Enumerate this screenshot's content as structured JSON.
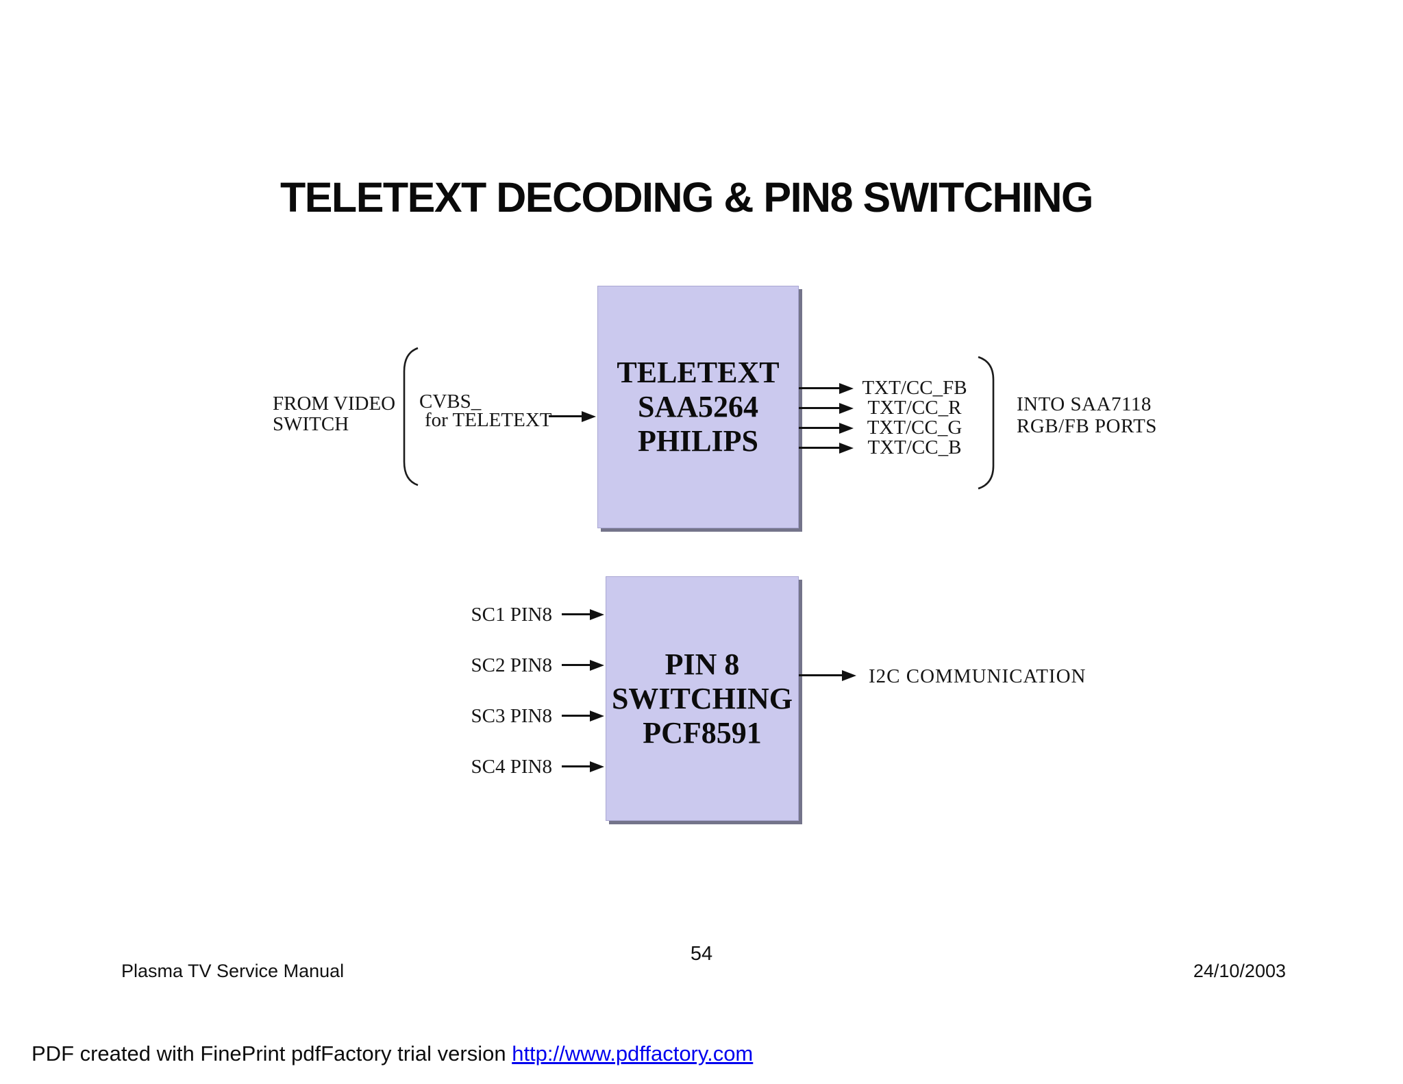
{
  "page": {
    "title": "TELETEXT DECODING & PIN8 SWITCHING",
    "number": "54"
  },
  "diagram": {
    "source": {
      "lines": [
        "FROM VIDEO",
        "SWITCH"
      ]
    },
    "input_signal": {
      "lines": [
        "CVBS_",
        "for TELETEXT"
      ]
    },
    "decoder_box": {
      "lines": [
        "TELETEXT",
        "SAA5264",
        "PHILIPS"
      ]
    },
    "outputs": {
      "signals": [
        "TXT/CC_FB",
        "TXT/CC_R",
        "TXT/CC_G",
        "TXT/CC_B"
      ],
      "destination": {
        "lines": [
          "INTO SAA7118",
          "RGB/FB PORTS"
        ]
      }
    },
    "switch_box": {
      "lines": [
        "PIN 8",
        "SWITCHING",
        "PCF8591"
      ]
    },
    "switch_inputs": [
      "SC1 PIN8",
      "SC2 PIN8",
      "SC3 PIN8",
      "SC4 PIN8"
    ],
    "switch_output": "I2C COMMUNICATION"
  },
  "footer": {
    "left": "Plasma TV Service Manual",
    "right": "24/10/2003"
  },
  "watermark": {
    "prefix": "PDF created with FinePrint pdfFactory trial version ",
    "link_text": "http://www.pdffactory.com"
  },
  "colors": {
    "box_fill": "#cbc9ee",
    "box_shadow": "#74748a",
    "link_blue": "#0000ee",
    "text": "#111111"
  }
}
